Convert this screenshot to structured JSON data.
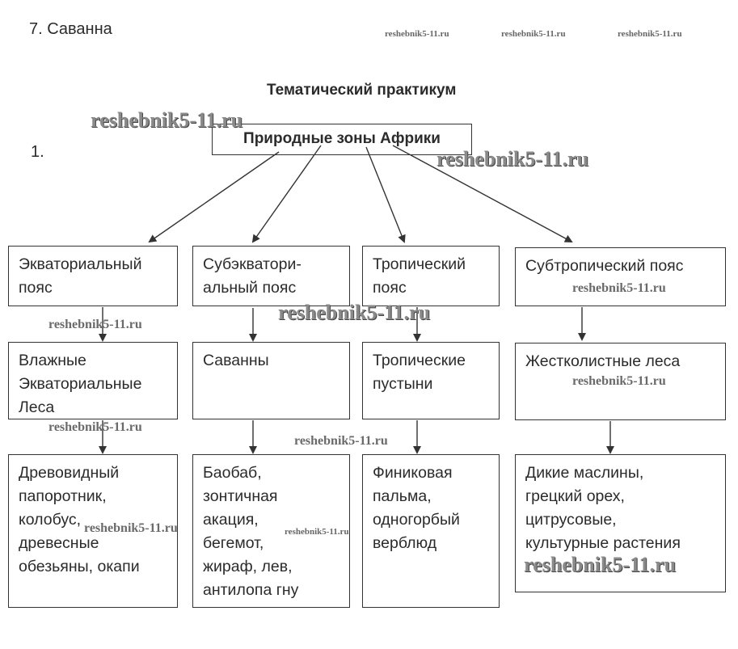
{
  "header": {
    "section": "7. Саванна",
    "title": "Тематический практикум",
    "task_number": "1."
  },
  "diagram": {
    "root": "Природные зоны Африки",
    "columns": [
      {
        "belt": "Экваториальный\nпояс",
        "zone": "Влажные\nЭкваториальные\nЛеса",
        "examples": "Древовидный\nпапоротник,\nколобус,\nдревесные\nобезьяны, окапи"
      },
      {
        "belt": "Субэкватори-\nальный пояс",
        "zone": "Саванны",
        "examples": "Баобаб,\nзонтичная\nакация,\nбегемот,\nжираф, лев,\nантилопа гну"
      },
      {
        "belt": "Тропический\nпояс",
        "zone": "Тропические\nпустыни",
        "examples": "Финиковая\nпальма,\nодногорбый\nверблюд"
      },
      {
        "belt": "Субтропический пояс",
        "zone": "Жестколистные леса",
        "examples": "Дикие маслины,\nгрецкий орех,\nцитрусовые,\nкультурные растения"
      }
    ]
  },
  "watermarks": {
    "text": "reshebnik5-11.ru"
  },
  "colors": {
    "line": "#333333",
    "text": "#2b2b2b"
  }
}
